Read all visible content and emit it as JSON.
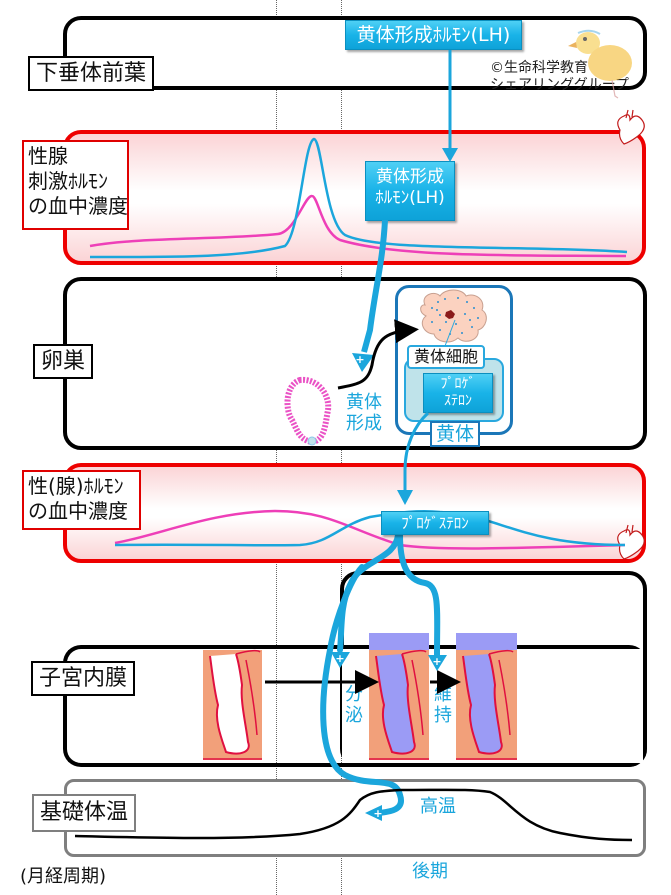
{
  "title": "黄体形成ホルモン（LH）と黄体・プロゲステロン・子宮内膜・基礎体温の関係（後期）",
  "colors": {
    "hormone_blue": "#1ba6dc",
    "lh_curve": "#1ba6dc",
    "fsh_curve": "#ee3fb8",
    "panel_red": "#ee0000",
    "endometrium": "#f2a07a",
    "secretion": "#9b9bf5"
  },
  "copyright": {
    "line1": "©生命科学教育",
    "line2": "シェアリンググループ"
  },
  "rows": {
    "pituitary": {
      "label": "下垂体前葉",
      "hormone": "黄体形成ﾎﾙﾓﾝ(LH)"
    },
    "gonadotropin": {
      "label_line1": "性腺",
      "label_line2": "刺激ﾎﾙﾓﾝ",
      "label_line3": "の血中濃度",
      "hormone_line1": "黄体形成",
      "hormone_line2": "ﾎﾙﾓﾝ(LH)"
    },
    "ovary": {
      "label": "卵巣",
      "luteinization_line1": "黄体",
      "luteinization_line2": "形成",
      "luteal_cell": "黄体細胞",
      "progesterone_line1": "ﾌﾟﾛｹﾞ",
      "progesterone_line2": "ｽﾃﾛﾝ",
      "corpus_luteum": "黄体"
    },
    "sex_hormone": {
      "label_line1": "性(腺)ﾎﾙﾓﾝ",
      "label_line2": "の血中濃度",
      "hormone": "ﾌﾟﾛｹﾞｽﾃﾛﾝ"
    },
    "endometrium": {
      "label": "子宮内膜",
      "secretion_line1": "分",
      "secretion_line2": "泌",
      "maintain_line1": "維",
      "maintain_line2": "持"
    },
    "bbt": {
      "label": "基礎体温",
      "high_temp": "高温"
    }
  },
  "footer": {
    "cycle_label": "(月経周期)",
    "phase_label": "後期"
  },
  "icons": [
    "heart-icon",
    "chick-mascot-icon",
    "plus-icon",
    "arrow-icon",
    "follicle-icon",
    "luteal-cell-icon",
    "endometrium-tissue-icon"
  ]
}
